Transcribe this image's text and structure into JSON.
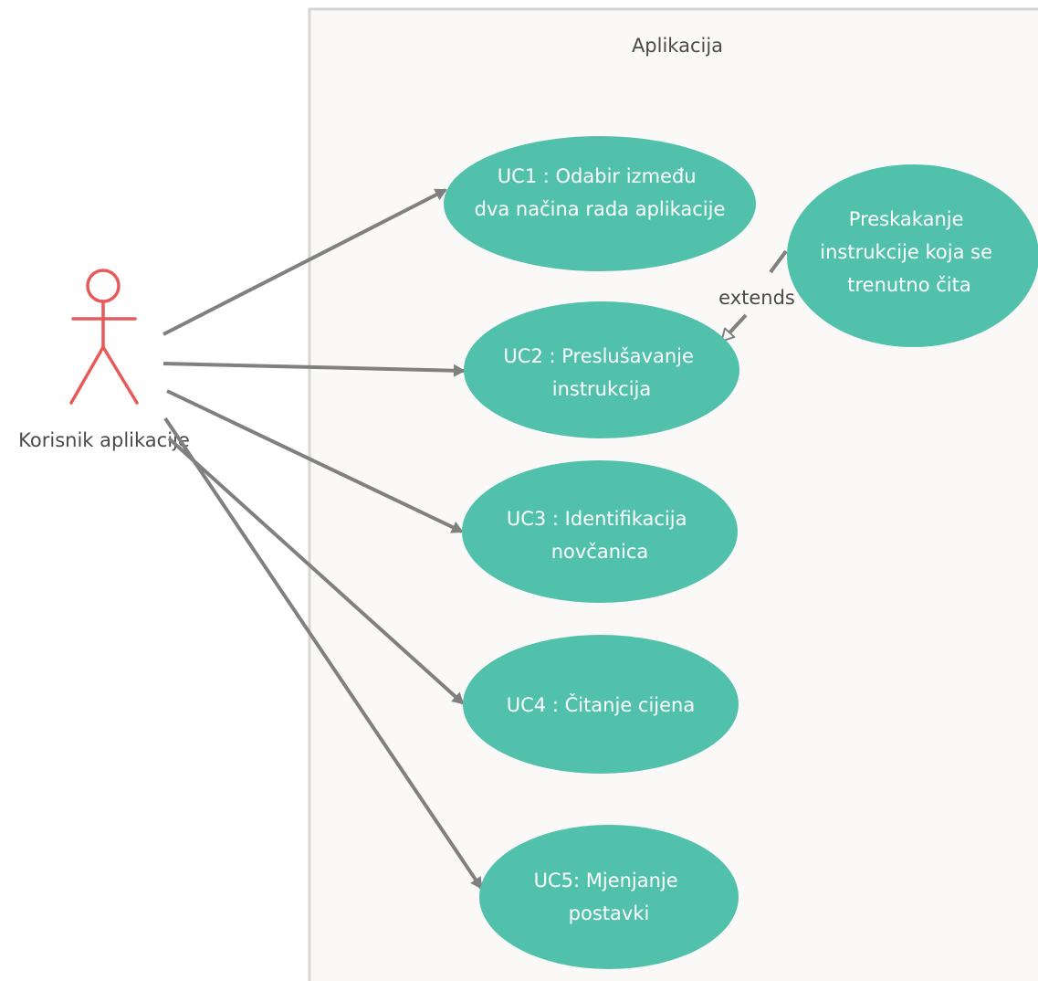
{
  "system": {
    "title": "Aplikacija"
  },
  "actor": {
    "name": "Korisnik aplikacije",
    "icon": "stick-figure-icon",
    "color": "#e85a5a"
  },
  "use_cases": [
    {
      "id": "uc1",
      "lines": [
        "UC1 : Odabir između",
        "dva načina rada aplikacije"
      ]
    },
    {
      "id": "uc2",
      "lines": [
        "UC2 : Preslušavanje",
        "instrukcija"
      ]
    },
    {
      "id": "uc3",
      "lines": [
        "UC3 : Identifikacija",
        "novčanica"
      ]
    },
    {
      "id": "uc4",
      "lines": [
        "UC4 : Čitanje cijena"
      ]
    },
    {
      "id": "uc5",
      "lines": [
        "UC5: Mjenjanje",
        "postavki"
      ]
    },
    {
      "id": "ext",
      "lines": [
        "Preskakanje",
        "instrukcije koja se",
        "trenutno čita"
      ]
    }
  ],
  "relations": {
    "extends_label": "extends"
  },
  "colors": {
    "usecase_fill": "#52c1ab",
    "usecase_text": "#ffffff",
    "boundary_fill": "#faf9f8",
    "boundary_stroke": "#d6d6d6",
    "line": "#808080",
    "actor": "#e85a5a"
  }
}
